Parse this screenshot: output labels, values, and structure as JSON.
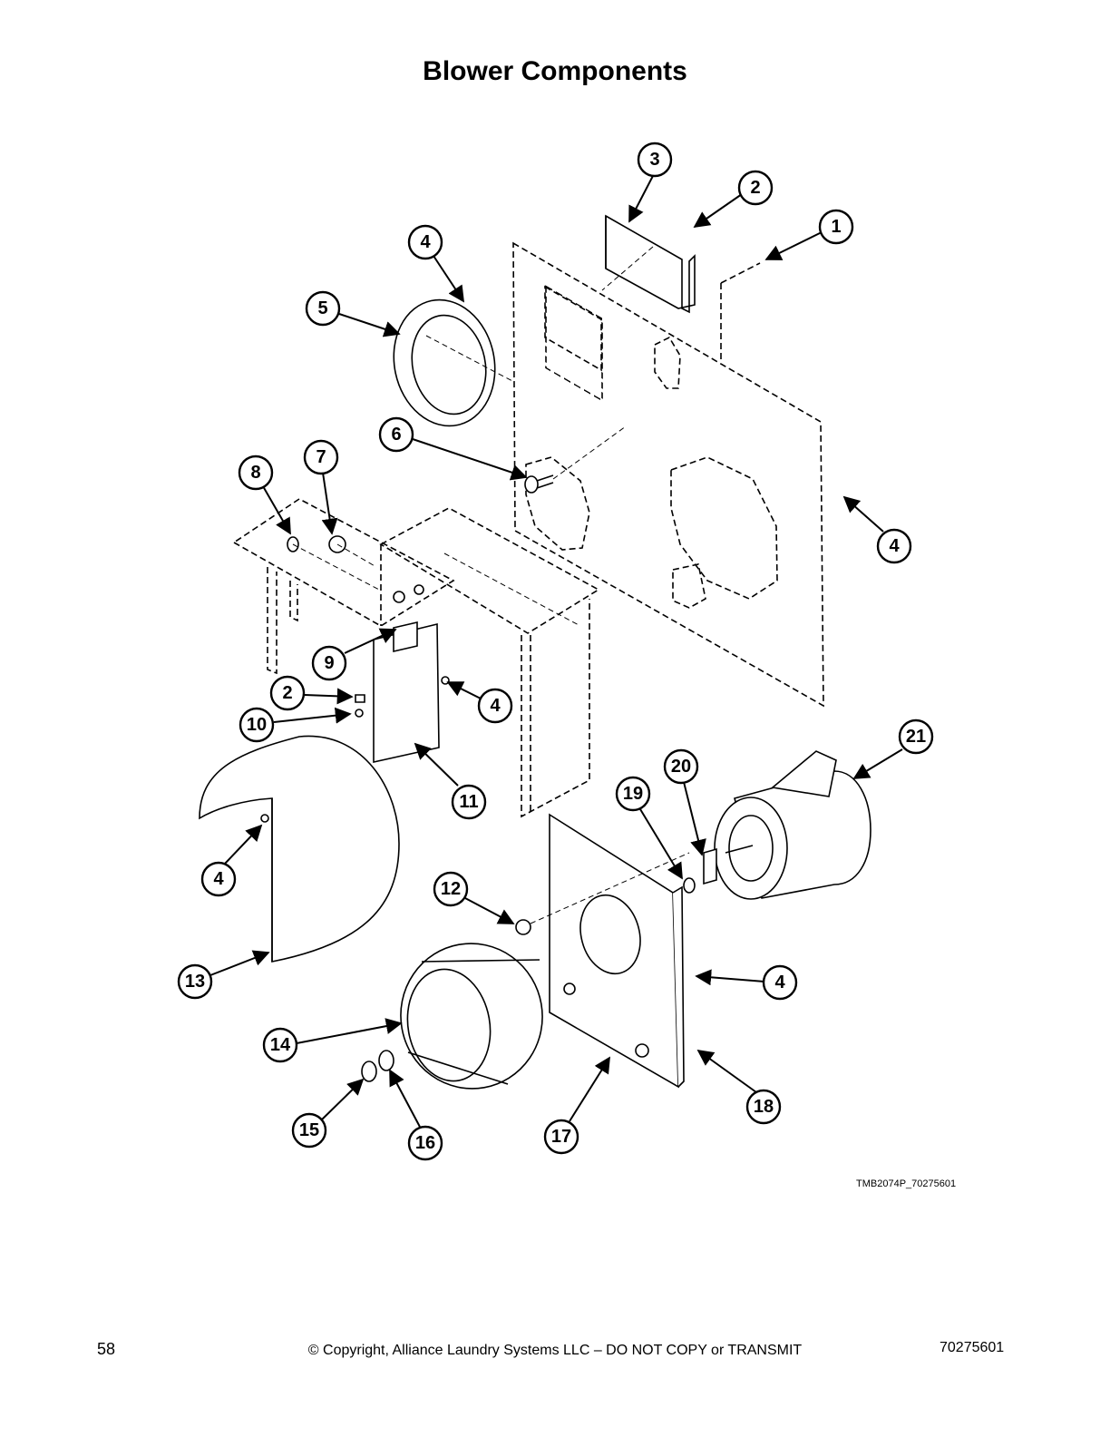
{
  "title": "Blower Components",
  "drawing_id": "TMB2074P_70275601",
  "footer": {
    "page_number": "58",
    "copyright": "© Copyright, Alliance Laundry Systems LLC – DO NOT COPY or TRANSMIT",
    "doc_number": "70275601"
  },
  "callouts": [
    "1",
    "2",
    "3",
    "4",
    "5",
    "6",
    "7",
    "8",
    "9",
    "10",
    "11",
    "12",
    "13",
    "14",
    "15",
    "16",
    "17",
    "18",
    "19",
    "20",
    "21"
  ]
}
